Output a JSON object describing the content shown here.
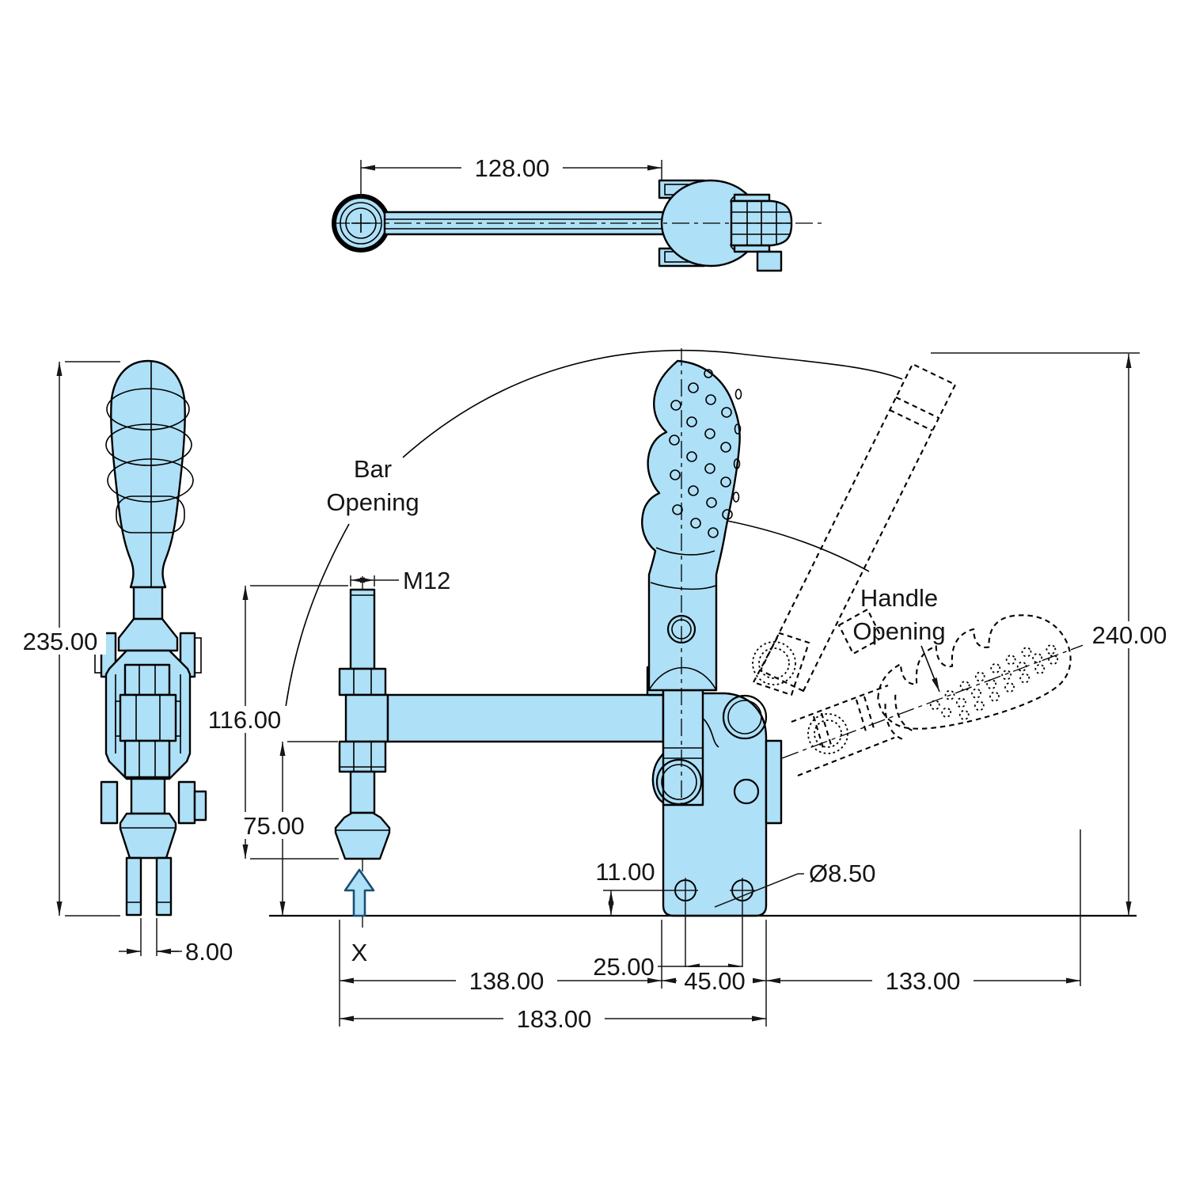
{
  "colors": {
    "part_fill": "#AEE0F7",
    "outline": "#000000",
    "dim_line": "#161616",
    "arrow_stroke": "#1B4F72",
    "background": "#FFFFFF"
  },
  "labels": {
    "bar_opening_1": "Bar",
    "bar_opening_2": "Opening",
    "handle_opening_1": "Handle",
    "handle_opening_2": "Opening",
    "force_point": "X"
  },
  "dimensions": {
    "top_bar_length": "128.00",
    "side_overall_height": "235.00",
    "side_fork_gap": "8.00",
    "spindle_thread": "M12",
    "spindle_length": "116.00",
    "bar_opening_height": "75.00",
    "mount_hole_height": "11.00",
    "mount_hole_spacing": "25.00",
    "pivot_to_spindle": "138.00",
    "base_width": "45.00",
    "handle_extent": "133.00",
    "overall_length": "183.00",
    "open_height": "240.00",
    "mount_hole_dia": "Ø8.50"
  }
}
